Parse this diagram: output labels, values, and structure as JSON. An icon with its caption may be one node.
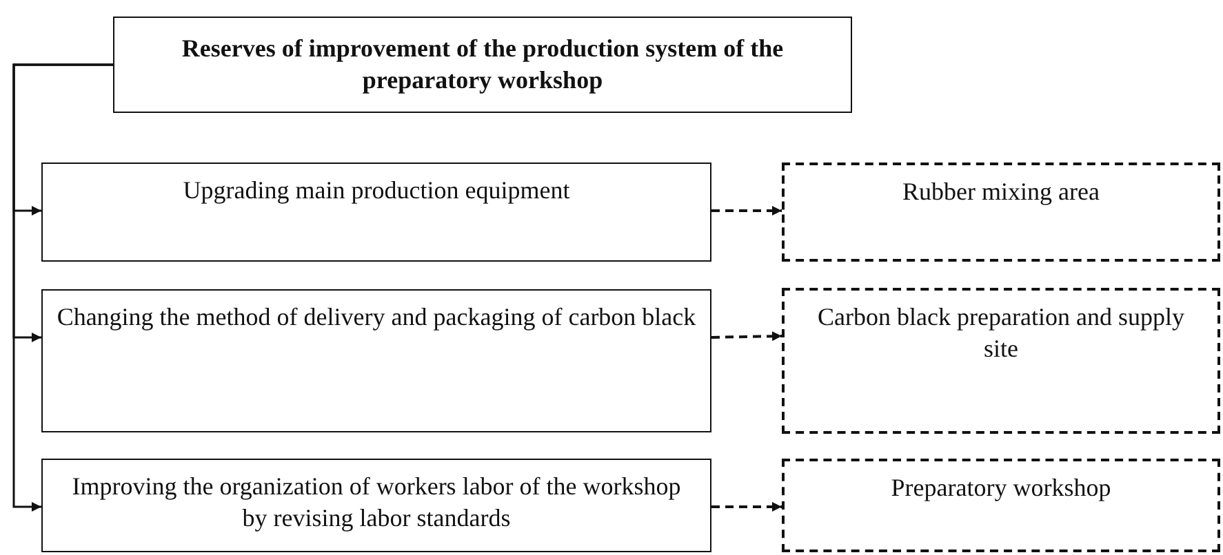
{
  "diagram": {
    "nodes": [
      {
        "text": [
          "Reserves of improvement of the production system of the preparatory workshop"
        ]
      },
      {
        "text": [
          "Upgrading main production equipment"
        ]
      },
      {
        "text": [
          "Changing the method of delivery and packaging of carbon black"
        ]
      },
      {
        "text": [
          "Improving the organization of workers labor of the workshop by revising labor standards"
        ]
      },
      {
        "text": [
          "Rubber mixing area"
        ]
      },
      {
        "text": [
          "Carbon black preparation and supply site"
        ]
      },
      {
        "text": [
          "Preparatory workshop"
        ]
      }
    ],
    "edges": [
      {
        "from": 0,
        "to": 1,
        "arrow": "to"
      },
      {
        "from": 0,
        "to": 2,
        "arrow": "to"
      },
      {
        "from": 0,
        "to": 3,
        "arrow": "to"
      },
      {
        "from": 1,
        "to": 4,
        "arrow": "to",
        "style": "dashed"
      },
      {
        "from": 2,
        "to": 5,
        "arrow": "to",
        "style": "dashed"
      },
      {
        "from": 3,
        "to": 6,
        "arrow": "to",
        "style": "dashed"
      }
    ]
  }
}
